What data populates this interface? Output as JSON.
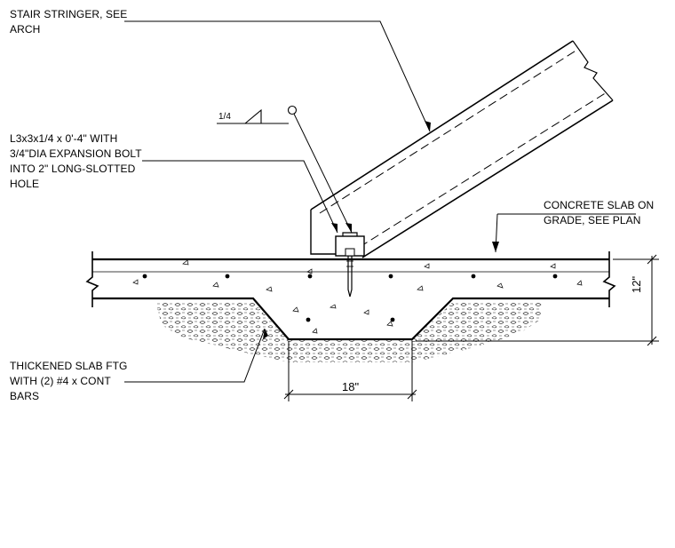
{
  "notes": {
    "stringer": "STAIR STRINGER, SEE\nARCH",
    "angle_bolt": "L3x3x1/4 x 0'-4\" WITH\n3/4\"DIA EXPANSION BOLT\nINTO 2\" LONG-SLOTTED\nHOLE",
    "slab": "CONCRETE SLAB ON\nGRADE, SEE PLAN",
    "footing": "THICKENED SLAB FTG\nWITH (2) #4 x CONT\nBARS"
  },
  "weld_symbol": {
    "size": "1/4"
  },
  "dimensions": {
    "depth": "12\"",
    "width": "18\""
  },
  "colors": {
    "line": "#000000",
    "background": "#ffffff"
  }
}
